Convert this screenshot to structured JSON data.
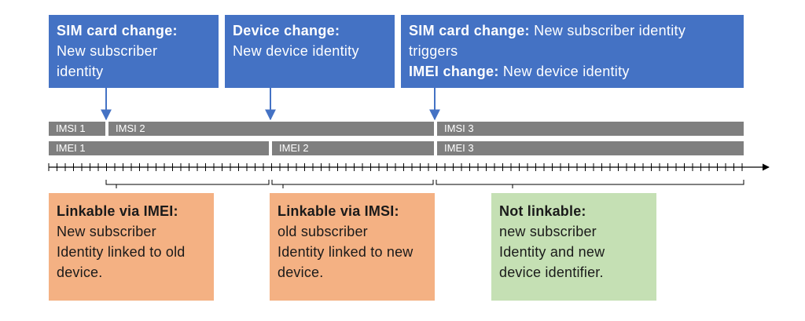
{
  "colors": {
    "box_blue": "#4472c4",
    "bar_grey": "#7f7f7f",
    "note_orange": "#f4b183",
    "note_green": "#c5e0b4"
  },
  "events": [
    {
      "title": "SIM card change:",
      "lines": [
        "New subscriber",
        "identity"
      ]
    },
    {
      "title": "Device change:",
      "lines": [
        "New device identity"
      ]
    },
    {
      "title": "SIM card change:",
      "title_rest": " New subscriber identity",
      "line2": "triggers",
      "title2": "IMEI change:",
      "title2_rest": " New device identity"
    }
  ],
  "imsi_bars": [
    "IMSI 1",
    "IMSI 2",
    "IMSI 3"
  ],
  "imei_bars": [
    "IMEI 1",
    "IMEI 2",
    "IMEI 3"
  ],
  "notes": [
    {
      "title": "Linkable via IMEI:",
      "lines": [
        "New subscriber",
        "Identity linked to old",
        "device."
      ]
    },
    {
      "title": "Linkable via IMSI:",
      "lines": [
        "old subscriber",
        "Identity linked to new",
        "device."
      ]
    },
    {
      "title": "Not linkable:",
      "lines": [
        "new subscriber",
        "Identity and new",
        "device identifier."
      ]
    }
  ]
}
